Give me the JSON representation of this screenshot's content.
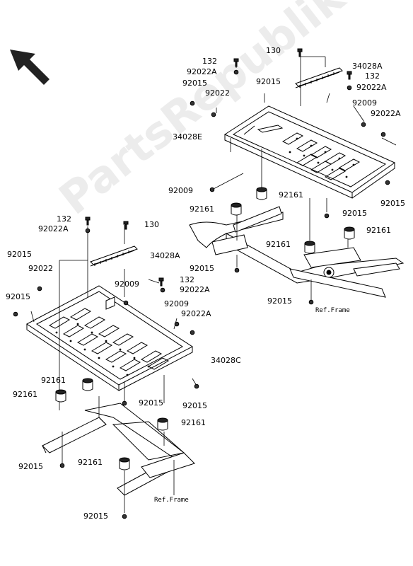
{
  "watermark": "PartsRepublik",
  "labels": {
    "p92015_a": "92015",
    "p130_a": "130",
    "p132_a": "132",
    "p92022A_a": "92022A",
    "p34028A_a": "34028A",
    "p132_b": "132",
    "p92015_b": "92015",
    "p92022_a": "92022",
    "p92022A_b": "92022A",
    "p92009_a": "92009",
    "p92022A_c": "92022A",
    "p34028E": "34028E",
    "p92009_b": "92009",
    "p92161_a": "92161",
    "p92161_b": "92161",
    "p92015_c": "92015",
    "p92015_d": "92015",
    "p92161_c": "92161",
    "p92161_d": "92161",
    "p92015_e": "92015",
    "p92015_f": "92015",
    "ref_frame_a": "Ref.Frame",
    "p132_c": "132",
    "p130_b": "130",
    "p92022A_d": "92022A",
    "p34028A_b": "34028A",
    "p92015_g": "92015",
    "p92022_b": "92022",
    "p92015_h": "92015",
    "p92009_c": "92009",
    "p132_d": "132",
    "p92022A_e": "92022A",
    "p92009_d": "92009",
    "p92022A_f": "92022A",
    "p34028C": "34028C",
    "p92161_e": "92161",
    "p92161_f": "92161",
    "p92015_i": "92015",
    "p92015_j": "92015",
    "p92161_g": "92161",
    "p92015_k": "92015",
    "p92161_h": "92161",
    "ref_frame_b": "Ref.Frame",
    "p92015_l": "92015"
  }
}
